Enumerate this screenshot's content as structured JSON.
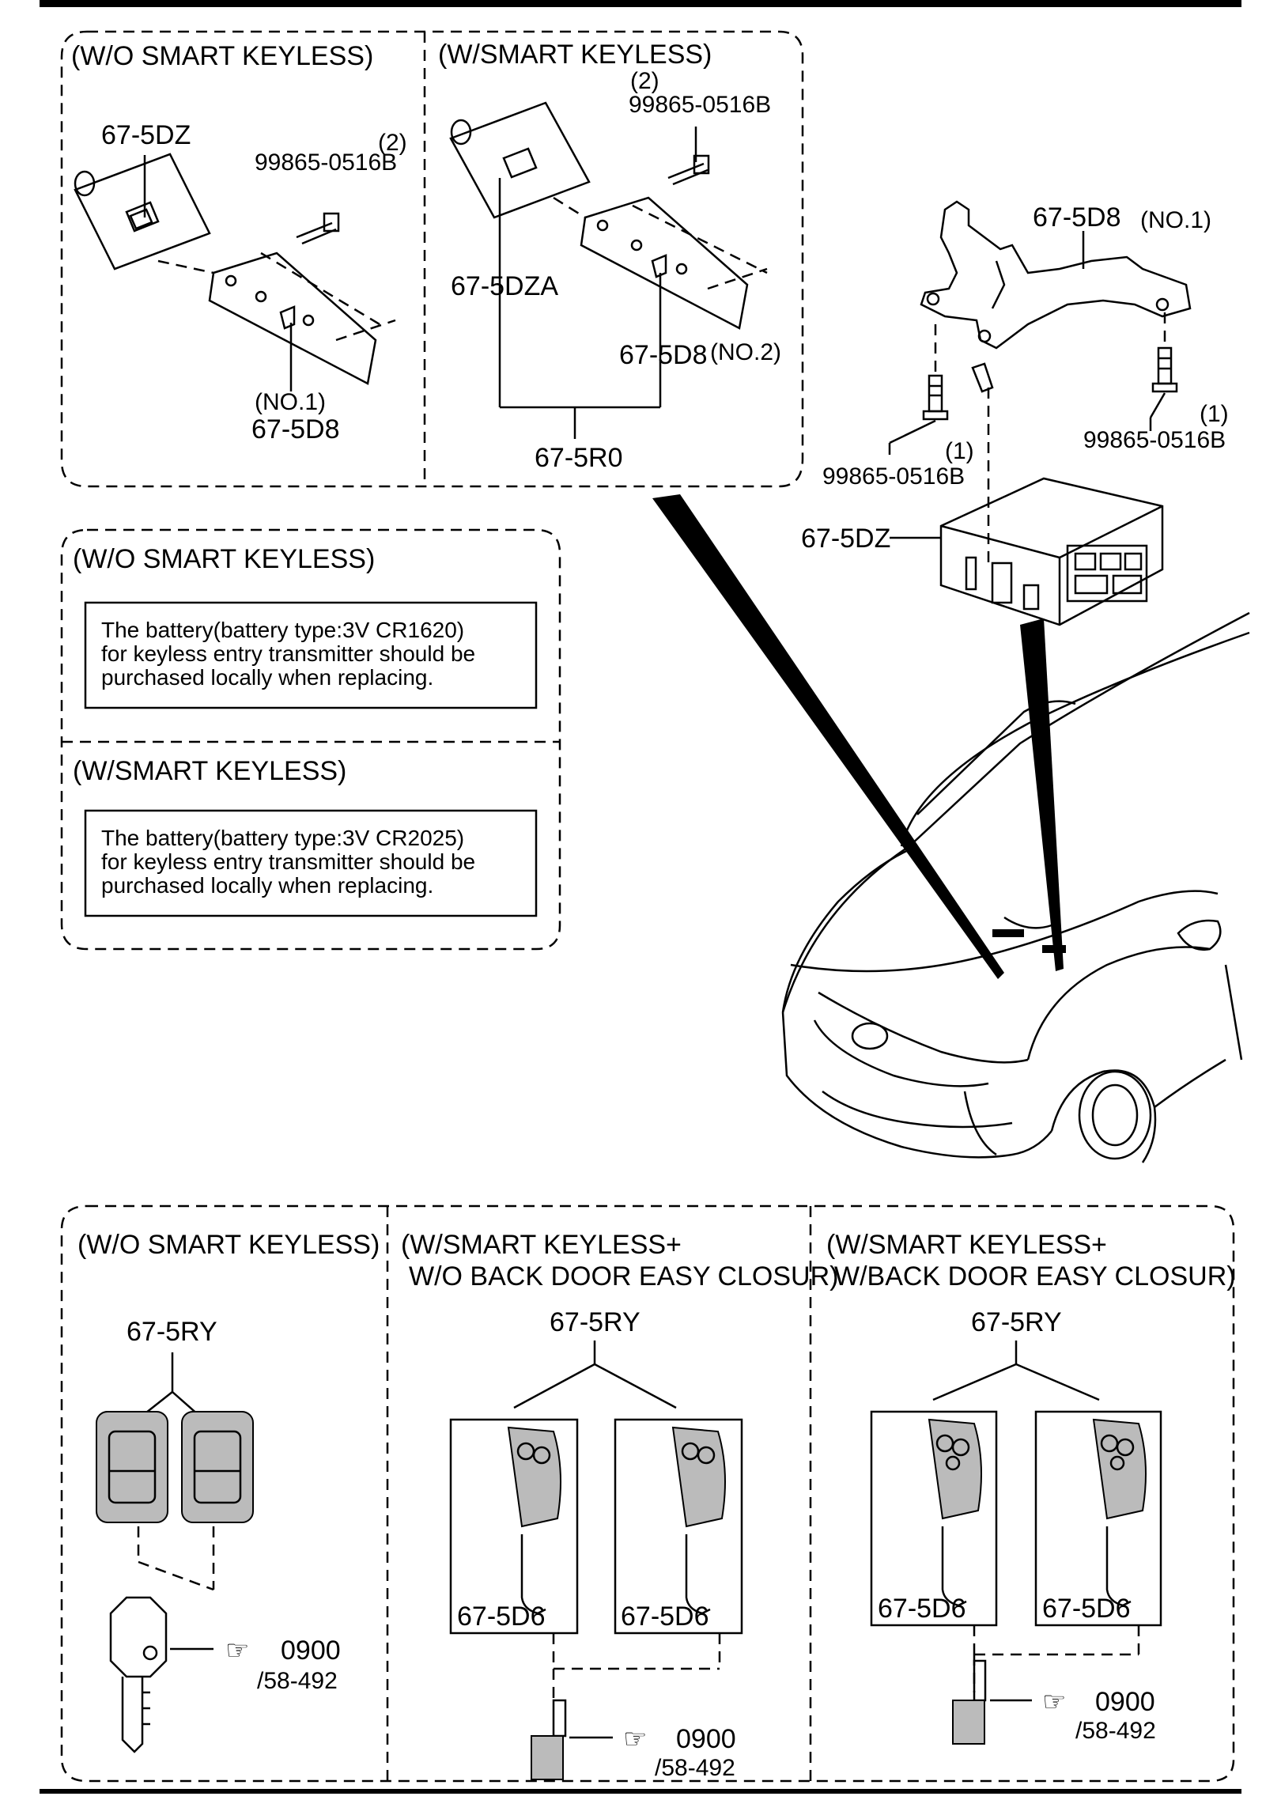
{
  "mounting": {
    "wo": {
      "title": "(W/O SMART KEYLESS)",
      "part_unit": "67-5DZ",
      "bolt": "99865-0516B",
      "bolt_qty": "(2)",
      "bracket": "67-5D8",
      "bracket_no": "(NO.1)"
    },
    "w": {
      "title": "(W/SMART KEYLESS)",
      "unit": "67-5DZA",
      "bolt": "99865-0516B",
      "bolt_qty": "(2)",
      "bracket": "67-5D8",
      "bracket_no": "(NO.2)",
      "assembly": "67-5R0"
    }
  },
  "vehicle": {
    "bracket": "67-5D8",
    "bracket_no": "(NO.1)",
    "bolt": "99865-0516B",
    "bolt_qty": "(1)",
    "unit": "67-5DZ"
  },
  "battery": {
    "wo": {
      "title": "(W/O SMART KEYLESS)",
      "lines": [
        "The battery(battery type:3V CR1620)",
        "for keyless entry transmitter should be",
        "purchased locally when replacing."
      ]
    },
    "w": {
      "title": "(W/SMART KEYLESS)",
      "lines": [
        "The battery(battery type:3V CR2025)",
        "for keyless entry transmitter should be",
        "purchased locally when replacing."
      ]
    }
  },
  "transmitter": {
    "wo": {
      "title": "(W/O SMART KEYLESS)",
      "part": "67-5RY"
    },
    "w_wo": {
      "title_lines": [
        "(W/SMART KEYLESS+",
        "W/O BACK DOOR EASY CLOSUR)"
      ],
      "part": "67-5RY"
    },
    "w_w": {
      "title_lines": [
        "(W/SMART KEYLESS+",
        "W/BACK DOOR EASY CLOSUR)"
      ],
      "part": "67-5RY"
    },
    "blade": "67-5D6",
    "ref_icon": "☞",
    "ref_code": "0900",
    "ref_page": "/58-492"
  }
}
